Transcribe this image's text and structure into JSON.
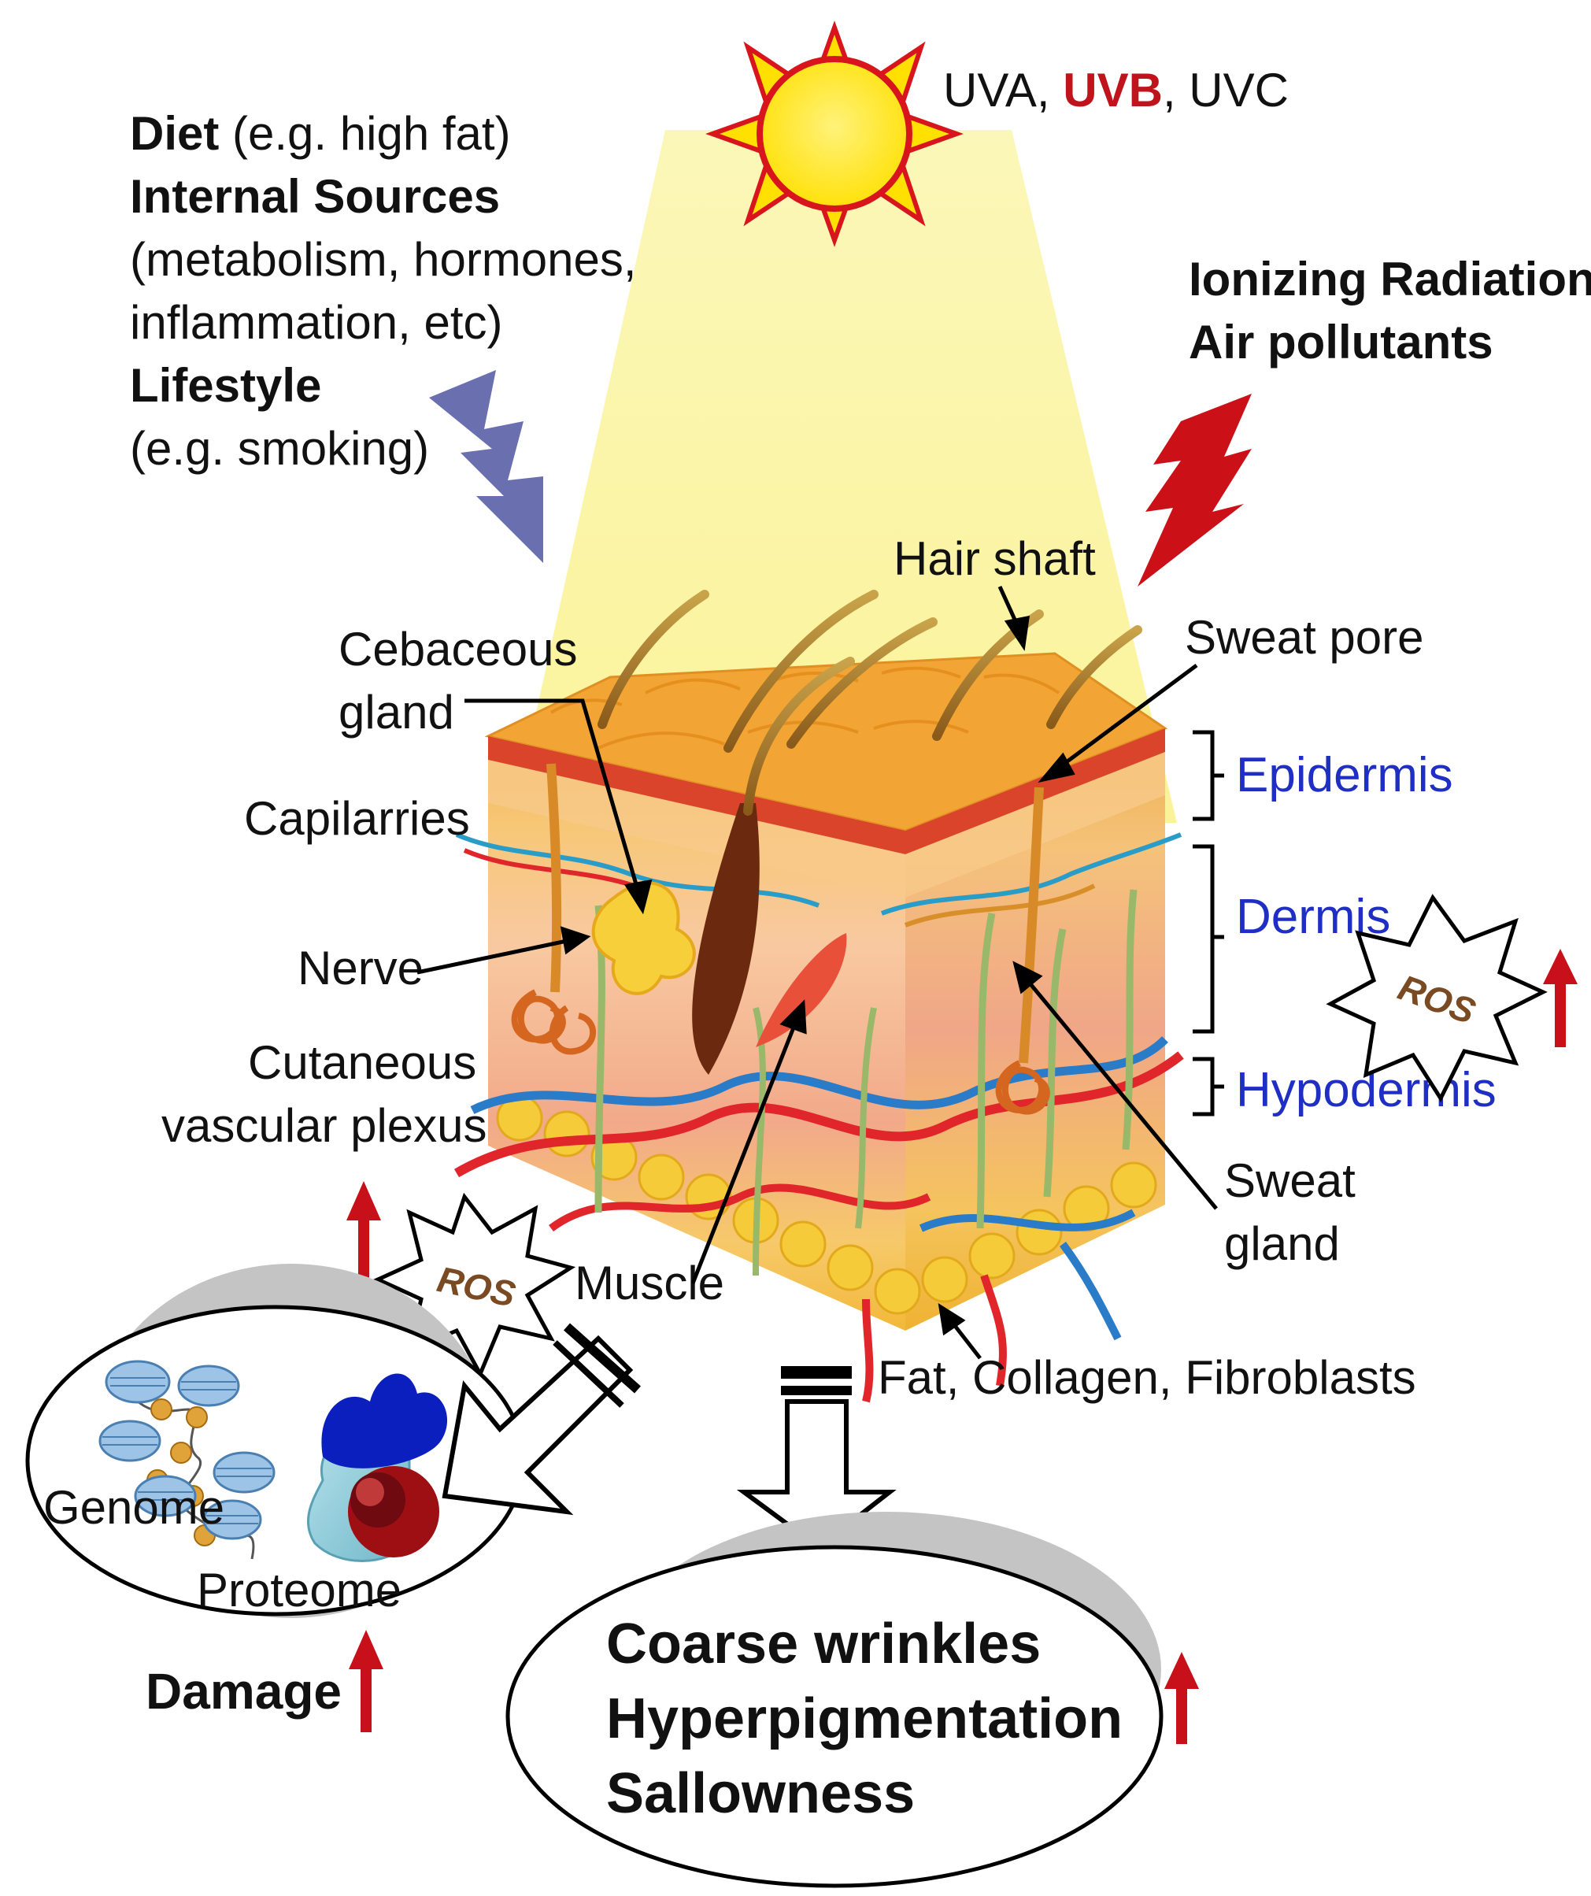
{
  "sources": {
    "uv_a": "UVA, ",
    "uv_b": "UVB",
    "uv_c": ", UVC",
    "diet_bold": "Diet",
    "diet_rest": " (e.g. high fat)",
    "internal_bold": "Internal Sources",
    "internal_line1": "(metabolism, hormones,",
    "internal_line2": "inflammation, etc)",
    "lifestyle_bold": "Lifestyle",
    "lifestyle_rest": "(e.g. smoking)",
    "ionizing_line1": "Ionizing Radiation,",
    "ionizing_line2": "Air pollutants"
  },
  "anatomy": {
    "hair_shaft": "Hair shaft",
    "sweat_pore": "Sweat pore",
    "cebaceous_line1": "Cebaceous",
    "cebaceous_line2": "gland",
    "capillaries": "Capilarries",
    "nerve": "Nerve",
    "cutaneous_line1": "Cutaneous",
    "cutaneous_line2": "vascular plexus",
    "muscle": "Muscle",
    "sweat_gland_line1": "Sweat",
    "sweat_gland_line2": "gland",
    "fat_collagen": "Fat, Collagen, Fibroblasts"
  },
  "layers": {
    "epidermis": "Epidermis",
    "dermis": "Dermis",
    "hypodermis": "Hypodermis"
  },
  "ros": {
    "right": "ROS",
    "left": "ROS"
  },
  "damage": {
    "genome": "Genome",
    "proteome": "Proteome",
    "label": "Damage"
  },
  "outcomes": {
    "line1": "Coarse wrinkles",
    "line2": "Hyperpigmentation",
    "line3": "Sallowness"
  },
  "colors": {
    "uvb_red": "#c0141c",
    "layer_blue": "#1f2fc4",
    "arrow_red": "#c8101a",
    "bolt_purple": "#6a6fb0",
    "beam_yellow": "#fbf5a6"
  }
}
